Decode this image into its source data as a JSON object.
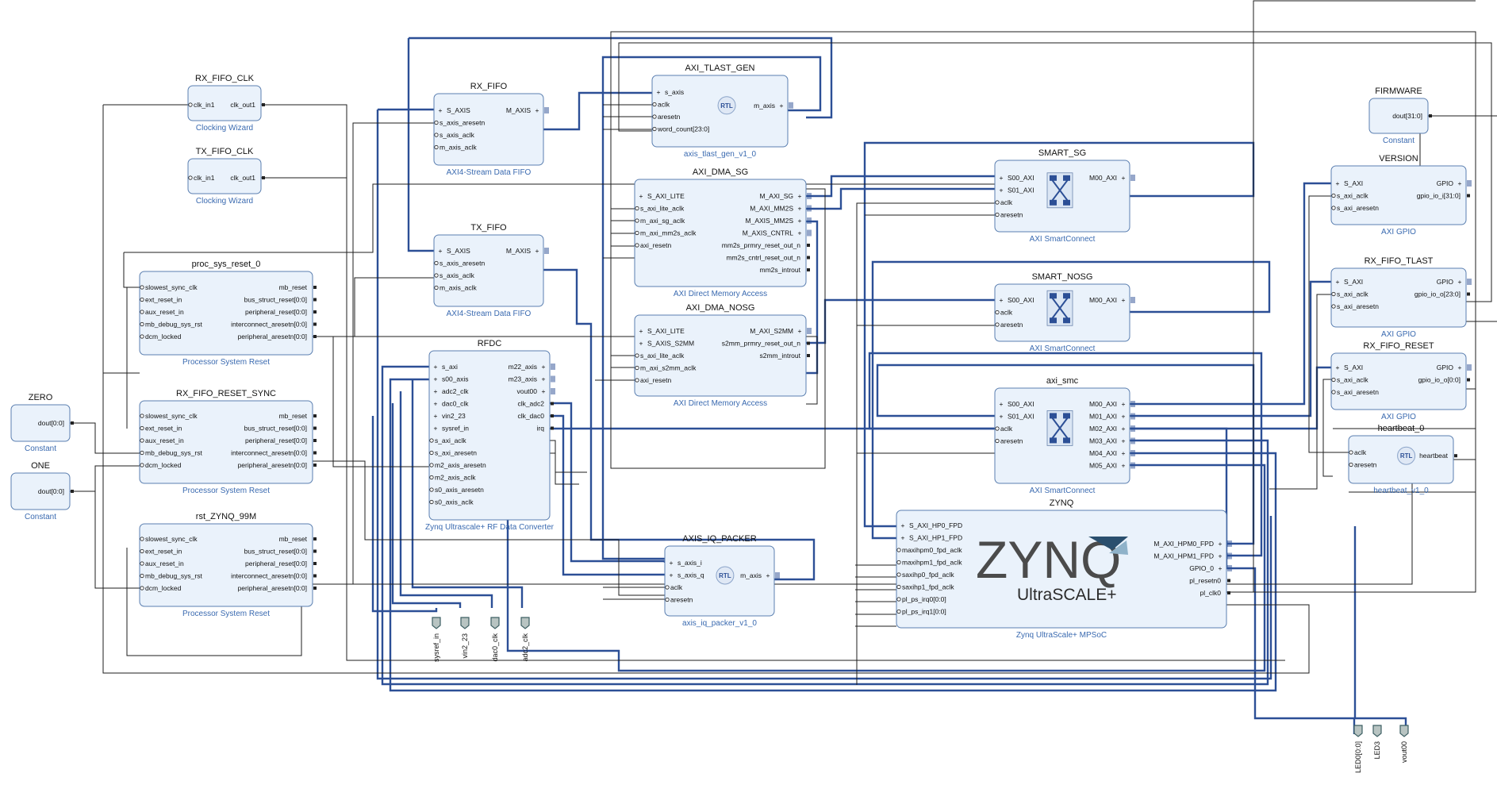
{
  "blocks": {
    "rx_fifo_clk": {
      "title": "RX_FIFO_CLK",
      "sub": "Clocking Wizard",
      "left": [
        "clk_in1"
      ],
      "right": [
        "clk_out1"
      ]
    },
    "tx_fifo_clk": {
      "title": "TX_FIFO_CLK",
      "sub": "Clocking Wizard",
      "left": [
        "clk_in1"
      ],
      "right": [
        "clk_out1"
      ]
    },
    "proc_sys_reset_0": {
      "title": "proc_sys_reset_0",
      "sub": "Processor System Reset",
      "left": [
        "slowest_sync_clk",
        "ext_reset_in",
        "aux_reset_in",
        "mb_debug_sys_rst",
        "dcm_locked"
      ],
      "right": [
        "mb_reset",
        "bus_struct_reset[0:0]",
        "peripheral_reset[0:0]",
        "interconnect_aresetn[0:0]",
        "peripheral_aresetn[0:0]"
      ]
    },
    "rx_fifo_reset_sync": {
      "title": "RX_FIFO_RESET_SYNC",
      "sub": "Processor System Reset",
      "left": [
        "slowest_sync_clk",
        "ext_reset_in",
        "aux_reset_in",
        "mb_debug_sys_rst",
        "dcm_locked"
      ],
      "right": [
        "mb_reset",
        "bus_struct_reset[0:0]",
        "peripheral_reset[0:0]",
        "interconnect_aresetn[0:0]",
        "peripheral_aresetn[0:0]"
      ]
    },
    "rst_zynq_99m": {
      "title": "rst_ZYNQ_99M",
      "sub": "Processor System Reset",
      "left": [
        "slowest_sync_clk",
        "ext_reset_in",
        "aux_reset_in",
        "mb_debug_sys_rst",
        "dcm_locked"
      ],
      "right": [
        "mb_reset",
        "bus_struct_reset[0:0]",
        "peripheral_reset[0:0]",
        "interconnect_aresetn[0:0]",
        "peripheral_aresetn[0:0]"
      ]
    },
    "zero": {
      "title": "ZERO",
      "sub": "Constant",
      "right": [
        "dout[0:0]"
      ]
    },
    "one": {
      "title": "ONE",
      "sub": "Constant",
      "right": [
        "dout[0:0]"
      ]
    },
    "rx_fifo": {
      "title": "RX_FIFO",
      "sub": "AXI4-Stream Data FIFO",
      "left": [
        "S_AXIS",
        "s_axis_aresetn",
        "s_axis_aclk",
        "m_axis_aclk"
      ],
      "right": [
        "M_AXIS"
      ]
    },
    "tx_fifo": {
      "title": "TX_FIFO",
      "sub": "AXI4-Stream Data FIFO",
      "left": [
        "S_AXIS",
        "s_axis_aresetn",
        "s_axis_aclk",
        "m_axis_aclk"
      ],
      "right": [
        "M_AXIS"
      ]
    },
    "rfdc": {
      "title": "RFDC",
      "sub": "Zynq Ultrascale+ RF Data Converter",
      "left": [
        "s_axi",
        "s00_axis",
        "adc2_clk",
        "dac0_clk",
        "vin2_23",
        "sysref_in",
        "s_axi_aclk",
        "s_axi_aresetn",
        "m2_axis_aresetn",
        "m2_axis_aclk",
        "s0_axis_aresetn",
        "s0_axis_aclk"
      ],
      "right": [
        "m22_axis",
        "m23_axis",
        "vout00",
        "clk_adc2",
        "clk_dac0",
        "irq"
      ]
    },
    "axi_tlast_gen": {
      "title": "AXI_TLAST_GEN",
      "sub": "axis_tlast_gen_v1_0",
      "left": [
        "s_axis",
        "aclk",
        "aresetn",
        "word_count[23:0]"
      ],
      "right": [
        "m_axis"
      ],
      "rtl": "RTL"
    },
    "axi_dma_sg": {
      "title": "AXI_DMA_SG",
      "sub": "AXI Direct Memory Access",
      "left": [
        "S_AXI_LITE",
        "s_axi_lite_aclk",
        "m_axi_sg_aclk",
        "m_axi_mm2s_aclk",
        "axi_resetn"
      ],
      "right": [
        "M_AXI_SG",
        "M_AXI_MM2S",
        "M_AXIS_MM2S",
        "M_AXIS_CNTRL",
        "mm2s_prmry_reset_out_n",
        "mm2s_cntrl_reset_out_n",
        "mm2s_introut"
      ]
    },
    "axi_dma_nosg": {
      "title": "AXI_DMA_NOSG",
      "sub": "AXI Direct Memory Access",
      "left": [
        "S_AXI_LITE",
        "S_AXIS_S2MM",
        "s_axi_lite_aclk",
        "m_axi_s2mm_aclk",
        "axi_resetn"
      ],
      "right": [
        "M_AXI_S2MM",
        "s2mm_prmry_reset_out_n",
        "s2mm_introut"
      ]
    },
    "axis_iq_packer": {
      "title": "AXIS_IQ_PACKER",
      "sub": "axis_iq_packer_v1_0",
      "left": [
        "s_axis_i",
        "s_axis_q",
        "aclk",
        "aresetn"
      ],
      "right": [
        "m_axis"
      ],
      "rtl": "RTL"
    },
    "smart_sg": {
      "title": "SMART_SG",
      "sub": "AXI SmartConnect",
      "left": [
        "S00_AXI",
        "S01_AXI",
        "aclk",
        "aresetn"
      ],
      "right": [
        "M00_AXI"
      ]
    },
    "smart_nosg": {
      "title": "SMART_NOSG",
      "sub": "AXI SmartConnect",
      "left": [
        "S00_AXI",
        "aclk",
        "aresetn"
      ],
      "right": [
        "M00_AXI"
      ]
    },
    "axi_smc": {
      "title": "axi_smc",
      "sub": "AXI SmartConnect",
      "left": [
        "S00_AXI",
        "S01_AXI",
        "aclk",
        "aresetn"
      ],
      "right": [
        "M00_AXI",
        "M01_AXI",
        "M02_AXI",
        "M03_AXI",
        "M04_AXI",
        "M05_AXI"
      ]
    },
    "zynq": {
      "title": "ZYNQ",
      "sub": "Zynq UltraScale+ MPSoC",
      "left": [
        "S_AXI_HP0_FPD",
        "S_AXI_HP1_FPD",
        "maxihpm0_fpd_aclk",
        "maxihpm1_fpd_aclk",
        "saxihp0_fpd_aclk",
        "saxihp1_fpd_aclk",
        "pl_ps_irq0[0:0]",
        "pl_ps_irq1[0:0]"
      ],
      "right": [
        "M_AXI_HPM0_FPD",
        "M_AXI_HPM1_FPD",
        "GPIO_0",
        "pl_resetn0",
        "pl_clk0"
      ],
      "logo_main": "ZYNQ",
      "logo_sub": "UltraSCALE+"
    },
    "firmware": {
      "title": "FIRMWARE",
      "sub": "Constant",
      "right": [
        "dout[31:0]"
      ]
    },
    "version": {
      "title": "VERSION",
      "sub": "AXI GPIO",
      "left": [
        "S_AXI",
        "s_axi_aclk",
        "s_axi_aresetn"
      ],
      "right": [
        "GPIO",
        "gpio_io_i[31:0]"
      ]
    },
    "rx_fifo_tlast": {
      "title": "RX_FIFO_TLAST",
      "sub": "AXI GPIO",
      "left": [
        "S_AXI",
        "s_axi_aclk",
        "s_axi_aresetn"
      ],
      "right": [
        "GPIO",
        "gpio_io_o[23:0]"
      ]
    },
    "rx_fifo_reset": {
      "title": "RX_FIFO_RESET",
      "sub": "AXI GPIO",
      "left": [
        "S_AXI",
        "s_axi_aclk",
        "s_axi_aresetn"
      ],
      "right": [
        "GPIO",
        "gpio_io_o[0:0]"
      ]
    },
    "heartbeat_0": {
      "title": "heartbeat_0",
      "sub": "heartbeat_v1_0",
      "left": [
        "aclk",
        "aresetn"
      ],
      "right": [
        "heartbeat"
      ],
      "rtl": "RTL"
    }
  },
  "external_ports": [
    "sysref_in",
    "vin2_23",
    "dac0_clk",
    "adc2_clk",
    "LED0[0:0]",
    "LED3",
    "vout00"
  ],
  "colors": {
    "block_fill": "#eaf2fb",
    "block_border": "#5b7fb0",
    "bus": "#2c4f96",
    "net": "#1d1d1d",
    "subtitle": "#3a6ab0"
  }
}
